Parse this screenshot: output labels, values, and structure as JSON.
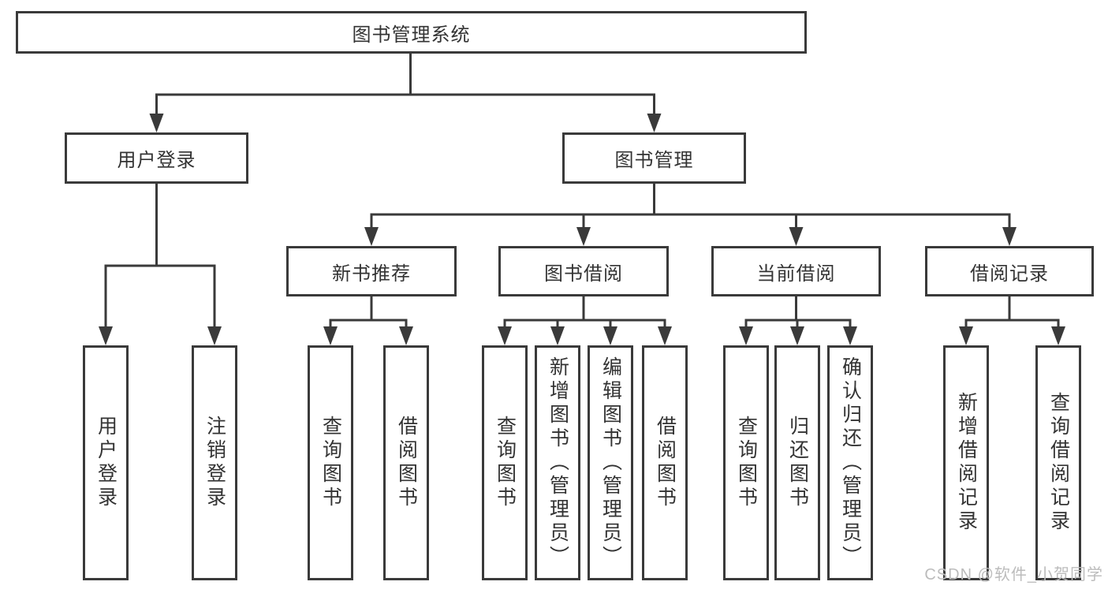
{
  "tree": {
    "root": {
      "label": "图书管理系统"
    },
    "branches": [
      {
        "label": "用户登录",
        "children": [
          {
            "label": "用户登录"
          },
          {
            "label": "注销登录"
          }
        ]
      },
      {
        "label": "图书管理",
        "children": [
          {
            "label": "新书推荐",
            "children": [
              {
                "label": "查询图书"
              },
              {
                "label": "借阅图书"
              }
            ]
          },
          {
            "label": "图书借阅",
            "children": [
              {
                "label": "查询图书"
              },
              {
                "label": "新增图书（管理员）"
              },
              {
                "label": "编辑图书（管理员）"
              },
              {
                "label": "借阅图书"
              }
            ]
          },
          {
            "label": "当前借阅",
            "children": [
              {
                "label": "查询图书"
              },
              {
                "label": "归还图书"
              },
              {
                "label": "确认归还（管理员）"
              }
            ]
          },
          {
            "label": "借阅记录",
            "children": [
              {
                "label": "新增借阅记录"
              },
              {
                "label": "查询借阅记录"
              }
            ]
          }
        ]
      }
    ]
  },
  "watermark": {
    "text": "CSDN @软件_小贺同学"
  },
  "colors": {
    "line": "#3a3a3a",
    "text": "#333333",
    "box_background": "#ffffff",
    "page_background": "#ffffff",
    "watermark": "#bcbcbc"
  }
}
